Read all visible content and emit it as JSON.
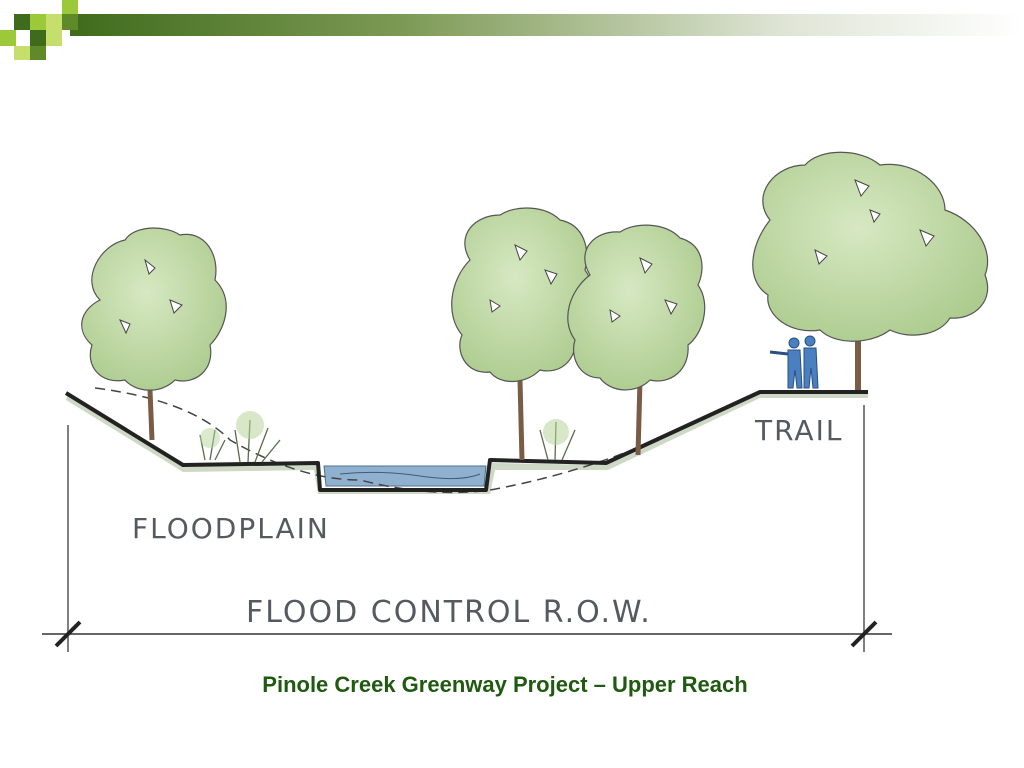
{
  "diagram": {
    "labels": {
      "trail": "TRAIL",
      "floodplain": "FLOODPLAIN",
      "row": "FLOOD CONTROL R.O.W."
    }
  },
  "caption": "Pinole Creek Greenway Project – Upper Reach",
  "colors": {
    "header_dark": "#3f6b1c",
    "header_light": "#9cc93a",
    "caption": "#1f5a10",
    "foliage": "#b8d49a",
    "water": "#8fb0cf",
    "figures": "#4a7fc0"
  }
}
